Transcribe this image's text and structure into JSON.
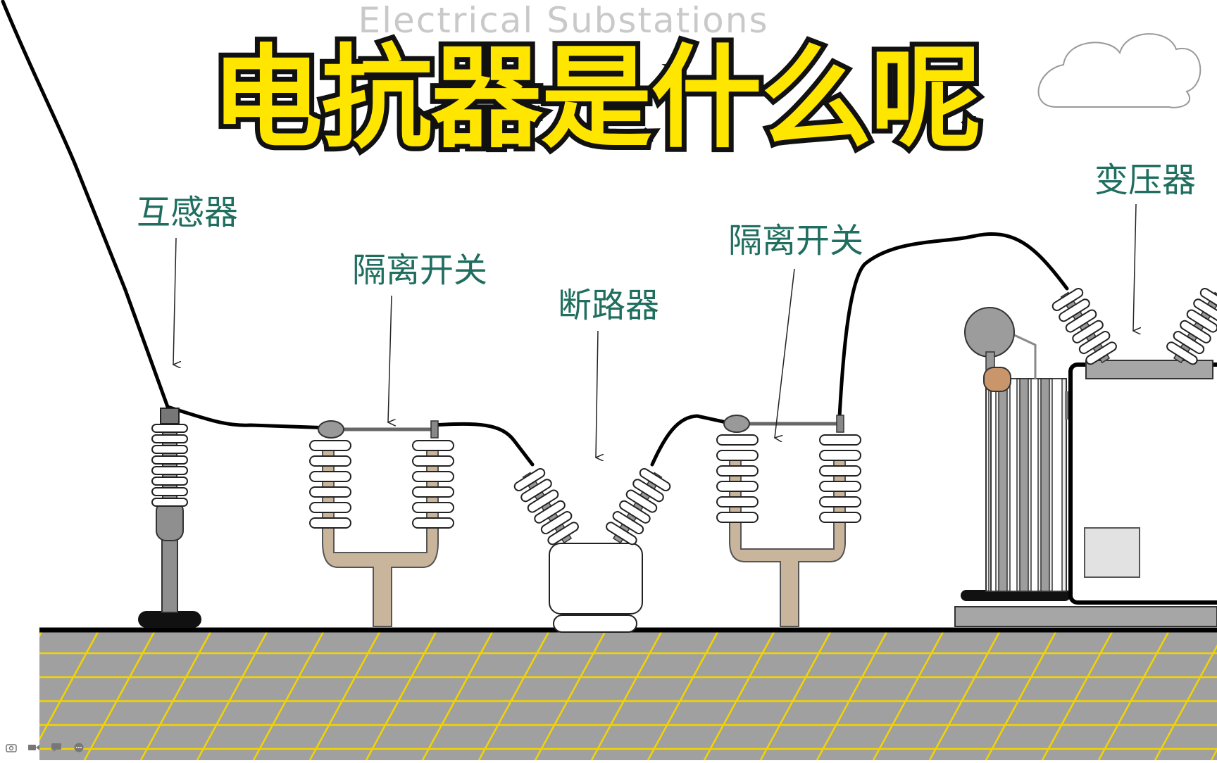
{
  "watermark": "Electrical Substations",
  "title": "电抗器是什么呢",
  "labels": {
    "transformer_instrument": "互感器",
    "disconnector_left": "隔离开关",
    "breaker": "断路器",
    "disconnector_right": "隔离开关",
    "power_transformer": "变压器"
  },
  "colors": {
    "title_fill": "#ffe600",
    "title_stroke": "#111111",
    "label": "#1f6e5f",
    "ground": "#a0a0a0",
    "ground_grid": "#f2d400",
    "support": "#c9b59c",
    "insulator": "#ffffff",
    "metal": "#8f8f8f"
  },
  "icons": [
    "camera-icon",
    "video-icon",
    "comment-icon",
    "more-icon"
  ]
}
